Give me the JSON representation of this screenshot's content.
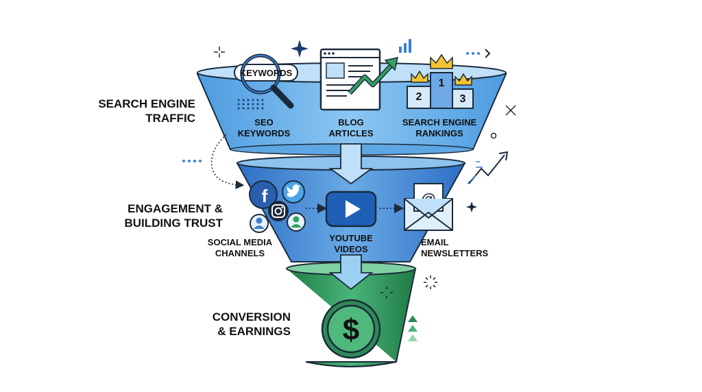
{
  "stages": [
    {
      "label": "SEARCH ENGINE\nTRAFFIC"
    },
    {
      "label": "ENGAGEMENT &\nBUILDING TRUST"
    },
    {
      "label": "CONVERSION\n& EARNINGS"
    }
  ],
  "items": {
    "seo_keywords": "SEO\nKEYWORDS",
    "blog_articles": "BLOG\nARTICLES",
    "search_rankings": "SEARCH ENGINE\nRANKINGS",
    "social_media": "SOCIAL MEDIA\nCHANNELS",
    "youtube_videos": "YOUTUBE\nVIDEOS",
    "email_newsletters": "EMAIL\nNEWSLETTERS"
  },
  "keyword_tag": "KEYWORDS",
  "podium": [
    "2",
    "1",
    "3"
  ],
  "colors": {
    "funnel_top": "#6fb3ea",
    "funnel_mid": "#3f85d6",
    "funnel_bottom": "#2e9a5e",
    "outline": "#1b2a3a",
    "gold": "#f2c230"
  }
}
